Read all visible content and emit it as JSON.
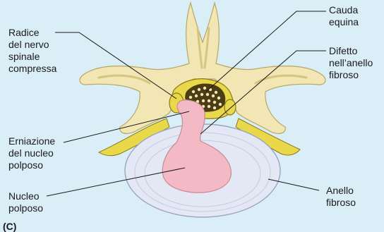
{
  "figure": {
    "panel_letter": "(C)",
    "labels": {
      "radice": "Radice\ndel nervo\nspinale\ncompressa",
      "cauda": "Cauda\nequina",
      "difetto": "Difetto\nnell’anello\nfibroso",
      "erniazione": "Erniazione\ndel nucleo\npolposo",
      "nucleo": "Nucleo\npolposo",
      "anello": "Anello\nfibroso"
    }
  },
  "colors": {
    "background": "#d9eef7",
    "bone": "#f1e6b4",
    "bone_shadow": "#d6c57c",
    "nerve": "#e8d84a",
    "disc": "#e3e8f4",
    "nucleus": "#f3b9c5",
    "cauda_dots": "#4a3c14",
    "leader": "#1a1a1a"
  }
}
